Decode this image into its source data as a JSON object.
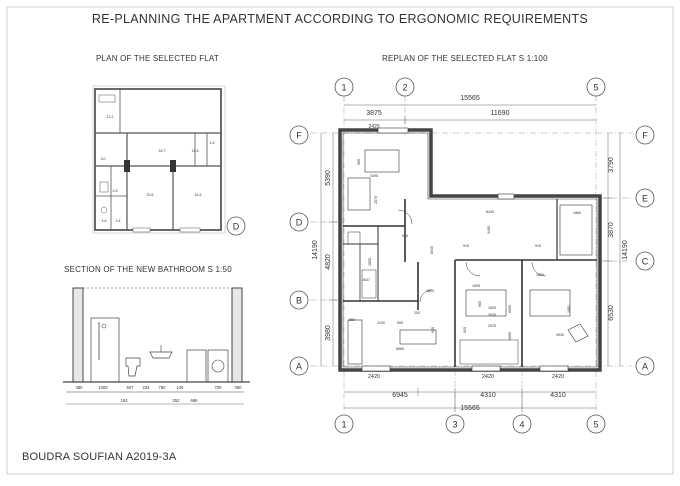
{
  "title": "RE-PLANNING THE APARTMENT ACCORDING TO ERGONOMIC REQUIREMENTS",
  "plan_title": "PLAN OF THE SELECTED FLAT",
  "replan_title": "REPLAN OF THE SELECTED  FLAT  S 1:100",
  "section_title": "SECTION OF THE NEW BATHROOM  S 1:50",
  "author": "BOUDRA SOUFIAN A2019-3A",
  "axes": {
    "top": [
      "1",
      "2",
      "5"
    ],
    "bottom": [
      "1",
      "3",
      "4",
      "5"
    ],
    "left": [
      "F",
      "D",
      "B",
      "A"
    ],
    "right": [
      "F",
      "E",
      "C",
      "A"
    ],
    "plan_marker": "D"
  },
  "dims": {
    "top_total": "15565",
    "top_a": "3875",
    "top_b": "11690",
    "bottom_a": "2420",
    "bottom_b": "2420",
    "bottom_c": "2420",
    "bottom_d": "6945",
    "bottom_e": "4310",
    "bottom_f": "4310",
    "bottom_total": "15565",
    "left_a": "5390",
    "left_b": "4820",
    "left_c": "3980",
    "left_total": "14190",
    "right_a": "3790",
    "right_b": "3870",
    "right_c": "6530",
    "right_total": "14190",
    "top_inner": "2420"
  },
  "room_dims": [
    "955",
    "3495",
    "2570",
    "915",
    "8440",
    "1860",
    "3495",
    "915",
    "8040",
    "915",
    "2855",
    "2637",
    "1820",
    "1905",
    "1830",
    "3930",
    "965",
    "1100",
    "850",
    "900",
    "6565",
    "2576",
    "915",
    "1830",
    "1881",
    "3930",
    "6655",
    "6655",
    "200",
    "935"
  ],
  "section_dims": [
    "380",
    "1000",
    "507",
    "233",
    "760",
    "126",
    "700",
    "380",
    "163",
    "252",
    "686"
  ],
  "plan_labels": [
    "12.2",
    "18.7",
    "20.6",
    "16.5",
    "1.6",
    "3.0",
    "2.6",
    "4.6",
    "3.4",
    "12.8"
  ]
}
